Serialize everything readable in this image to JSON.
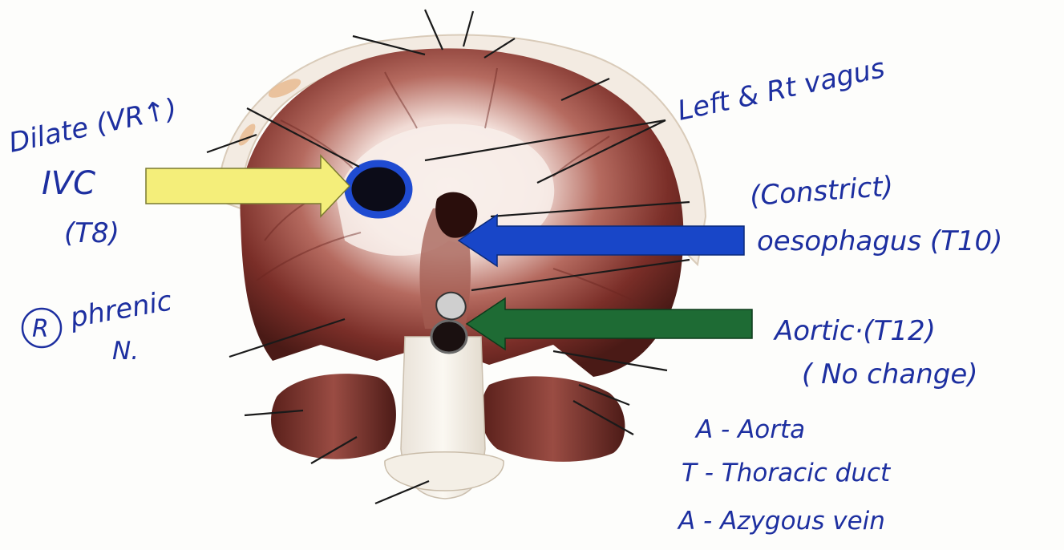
{
  "annotations": {
    "dilate": "Dilate (VR↑)",
    "ivc": "IVC",
    "ivc_level": "(T8)",
    "phrenic_circle": "R",
    "phrenic": "phrenic",
    "phrenic_n": "N.",
    "vagus": "Left & Rt vagus",
    "constrict": "(Constrict)",
    "oesophagus": "oesophagus (T10)",
    "aortic": "Aortic·(T12)",
    "no_change": "( No change)",
    "legend_a1": "A - Aorta",
    "legend_t": "T - Thoracic duct",
    "legend_a2": "A - Azygous vein"
  },
  "colors": {
    "ink": "#1d2fa0",
    "arrow_ivc": "#f4ee7a",
    "arrow_oesophagus": "#1846c8",
    "arrow_aortic": "#1e6b34",
    "muscle": "#8a3a33",
    "tendon": "#f5ece8"
  }
}
